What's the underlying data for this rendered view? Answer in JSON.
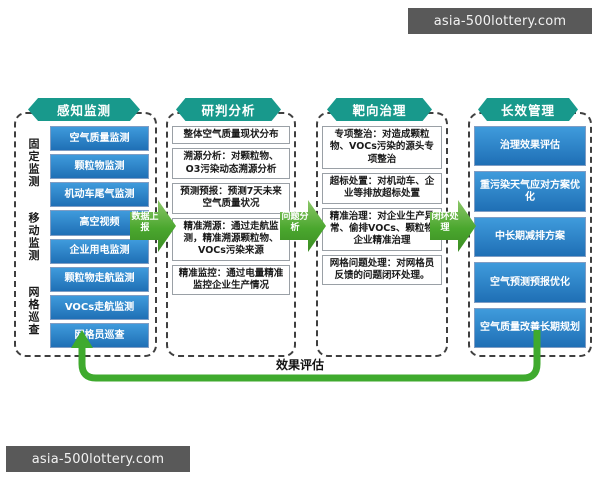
{
  "watermarks": {
    "top": "asia-500lottery.com",
    "bottom": "asia-500lottery.com"
  },
  "colors": {
    "header_teal": "#18998c",
    "box_blue_light": "#3f9bdc",
    "box_blue_dark": "#1f6fb5",
    "arrow_green": "#4aa72e",
    "dashed_border": "#3f3f3f"
  },
  "columns": [
    {
      "id": "perception-monitoring",
      "header": "感知监测",
      "side_labels": [
        "固定监测",
        "移动监测",
        "网格巡查"
      ],
      "items": [
        "空气质量监测",
        "颗粒物监测",
        "机动车尾气监测",
        "高空视频",
        "企业用电监测",
        "颗粒物走航监测",
        "VOCs走航监测",
        "网格员巡查"
      ]
    },
    {
      "id": "research-analysis",
      "header": "研判分析",
      "items": [
        "整体空气质量现状分布",
        "溯源分析：对颗粒物、O3污染动态溯源分析",
        "预测预报：预测7天未来空气质量状况",
        "精准溯源：通过走航监测，精准溯源颗粒物、VOCs污染来源",
        "精准监控：通过电量精准监控企业生产情况"
      ]
    },
    {
      "id": "targeted-governance",
      "header": "靶向治理",
      "items": [
        "专项整治：对造成颗粒物、VOCs污染的源头专项整治",
        "超标处置：对机动车、企业等排放超标处置",
        "精准治理：对企业生产异常、偷排VOCs、颗粒物企业精准治理",
        "网格问题处理：对网格员反馈的问题闭环处理。"
      ]
    },
    {
      "id": "long-term-management",
      "header": "长效管理",
      "items": [
        "治理效果评估",
        "重污染天气应对方案优化",
        "中长期减排方案",
        "空气预测预报优化",
        "空气质量改善长期规划"
      ]
    }
  ],
  "arrows": [
    {
      "id": "data-report",
      "label": "数据上报"
    },
    {
      "id": "problem-analysis",
      "label": "问题分析"
    },
    {
      "id": "closed-loop",
      "label": "闭环处理"
    }
  ],
  "feedback": {
    "label": "效果评估"
  }
}
